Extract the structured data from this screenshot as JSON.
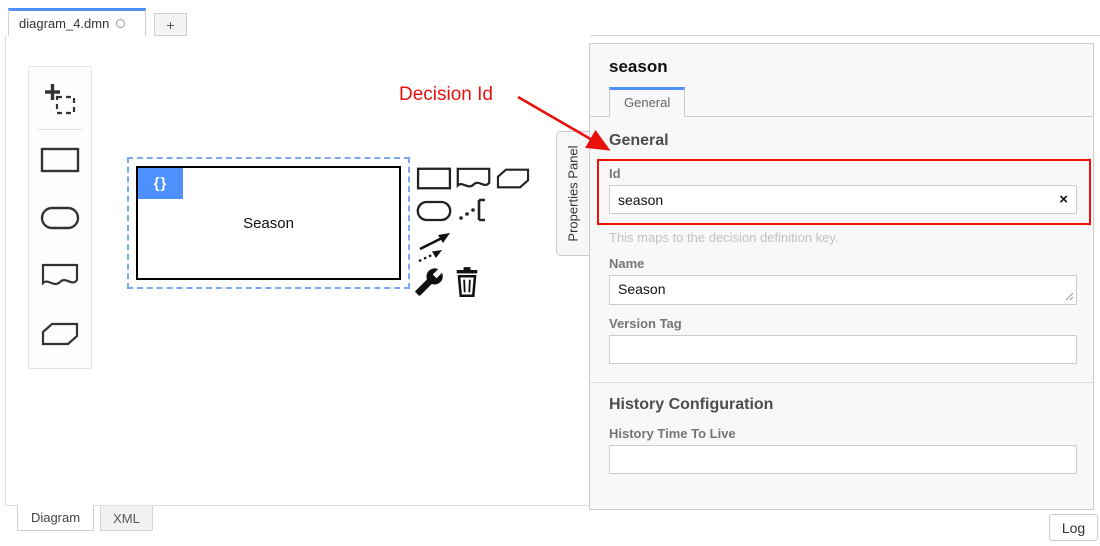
{
  "tab_bar": {
    "file_tab": {
      "label": "diagram_4.dmn",
      "dirty_icon": "unsaved-circle"
    },
    "new_tab_label": "+"
  },
  "palette": {
    "tools": [
      "lasso-tool",
      "create-decision",
      "create-input-data",
      "create-knowledge-source",
      "create-business-knowledge-model"
    ]
  },
  "canvas": {
    "decision": {
      "name": "Season",
      "badge": "{}"
    }
  },
  "context_pad": {
    "actions": [
      "append-decision",
      "append-knowledge-source",
      "append-business-knowledge-model",
      "append-input-data",
      "append-text-annotation",
      "connect",
      "change-type-wrench",
      "delete-trash"
    ]
  },
  "annotation": {
    "text": "Decision Id"
  },
  "properties_panel": {
    "collapse_tab": "Properties Panel",
    "header": "season",
    "tab": "General",
    "general": {
      "heading": "General",
      "id": {
        "label": "Id",
        "value": "season",
        "clear": "×",
        "hint": "This maps to the decision definition key."
      },
      "name": {
        "label": "Name",
        "value": "Season"
      },
      "version_tag": {
        "label": "Version Tag",
        "value": ""
      }
    },
    "history": {
      "heading": "History Configuration",
      "ttl": {
        "label": "History Time To Live",
        "value": ""
      }
    }
  },
  "bottom_bar": {
    "tabs": [
      {
        "label": "Diagram"
      },
      {
        "label": "XML"
      }
    ],
    "log_button": "Log"
  },
  "colors": {
    "accent_blue": "#4d90fe",
    "selection_blue": "#7ea9f0",
    "annotation_red": "#e8110d"
  }
}
